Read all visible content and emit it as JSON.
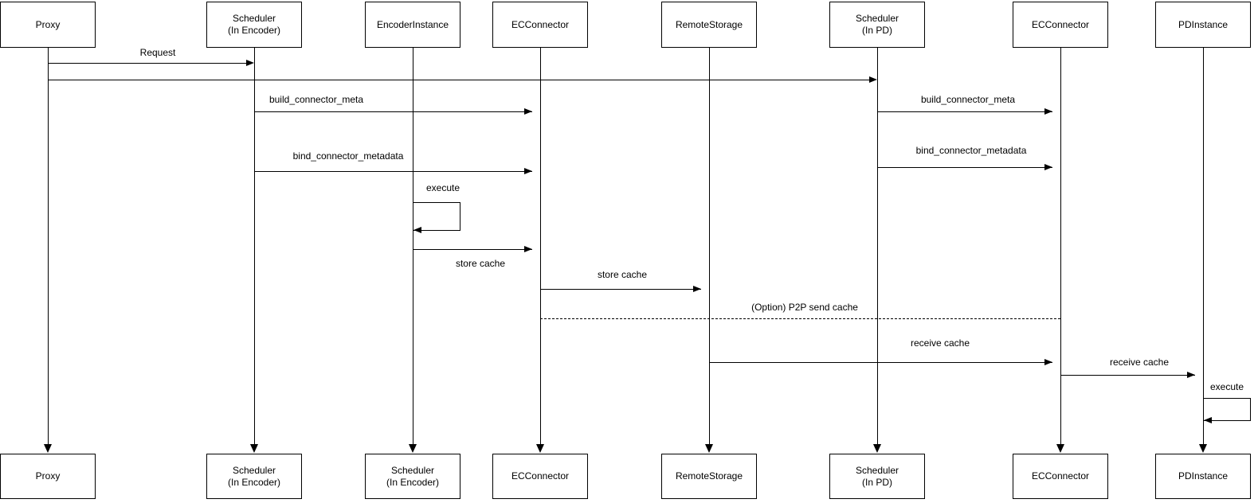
{
  "diagram_type": "uml-sequence-diagram",
  "colors": {
    "line": "#000000",
    "background": "#ffffff",
    "text": "#000000"
  },
  "participants": [
    {
      "top": "Proxy",
      "bottom": "Proxy"
    },
    {
      "top": "Scheduler\n(In Encoder)",
      "bottom": "Scheduler\n(In Encoder)"
    },
    {
      "top": "EncoderInstance",
      "bottom": "Scheduler\n(In Encoder)"
    },
    {
      "top": "ECConnector",
      "bottom": "ECConnector"
    },
    {
      "top": "RemoteStorage",
      "bottom": "RemoteStorage"
    },
    {
      "top": "Scheduler\n(In PD)",
      "bottom": "Scheduler\n(In PD)"
    },
    {
      "top": "ECConnector",
      "bottom": "ECConnector"
    },
    {
      "top": "PDInstance",
      "bottom": "PDInstance"
    }
  ],
  "messages": [
    {
      "label": "Request",
      "from": "Proxy",
      "to": "Scheduler (In Encoder)",
      "style": "solid-arrow"
    },
    {
      "label": "",
      "from": "Proxy",
      "to": "Scheduler (In PD)",
      "style": "solid-arrow"
    },
    {
      "label": "build_connector_meta",
      "from": "Scheduler (In Encoder)",
      "to": "ECConnector",
      "style": "solid-arrow"
    },
    {
      "label": "bind_connector_metadata",
      "from": "Scheduler (In Encoder)",
      "to": "ECConnector",
      "style": "solid-arrow"
    },
    {
      "label": "build_connector_meta",
      "from": "Scheduler (In PD)",
      "to": "ECConnector",
      "style": "solid-arrow"
    },
    {
      "label": "bind_connector_metadata",
      "from": "Scheduler (In PD)",
      "to": "ECConnector",
      "style": "solid-arrow"
    },
    {
      "label": "execute",
      "from": "EncoderInstance",
      "to": "EncoderInstance",
      "style": "self-loop"
    },
    {
      "label": "store cache",
      "from": "EncoderInstance",
      "to": "ECConnector",
      "style": "solid-arrow"
    },
    {
      "label": "store cache",
      "from": "ECConnector",
      "to": "RemoteStorage",
      "style": "solid-arrow"
    },
    {
      "label": "(Option) P2P send cache",
      "from": "ECConnector",
      "to": "ECConnector (PD side)",
      "style": "dashed"
    },
    {
      "label": "receive cache",
      "from": "RemoteStorage",
      "to": "ECConnector (PD side)",
      "style": "solid-arrow"
    },
    {
      "label": "receive cache",
      "from": "ECConnector (PD side)",
      "to": "PDInstance",
      "style": "solid-arrow"
    },
    {
      "label": "execute",
      "from": "PDInstance",
      "to": "PDInstance",
      "style": "self-loop"
    }
  ]
}
